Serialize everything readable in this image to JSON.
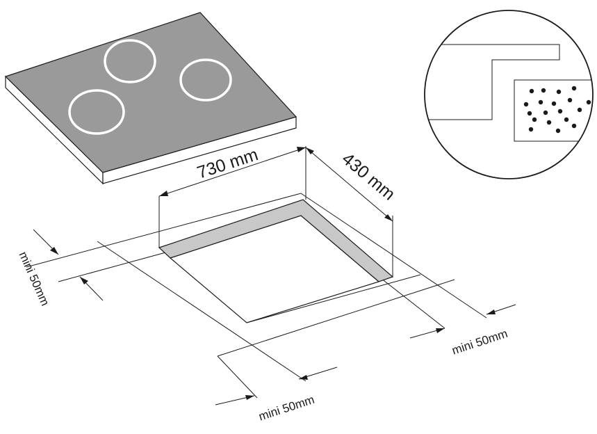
{
  "dimensions": {
    "width": "730 mm",
    "depth": "430 mm",
    "clearance_left": "mini 50mm",
    "clearance_right": "mini 50mm",
    "clearance_front": "mini 50mm"
  },
  "colors": {
    "hob_top": "#9a9a9a",
    "hob_edge": "#ffffff",
    "burner_ring": "#ffffff",
    "cutout_band": "#c8c8c8",
    "line": "#1a1a1a"
  }
}
